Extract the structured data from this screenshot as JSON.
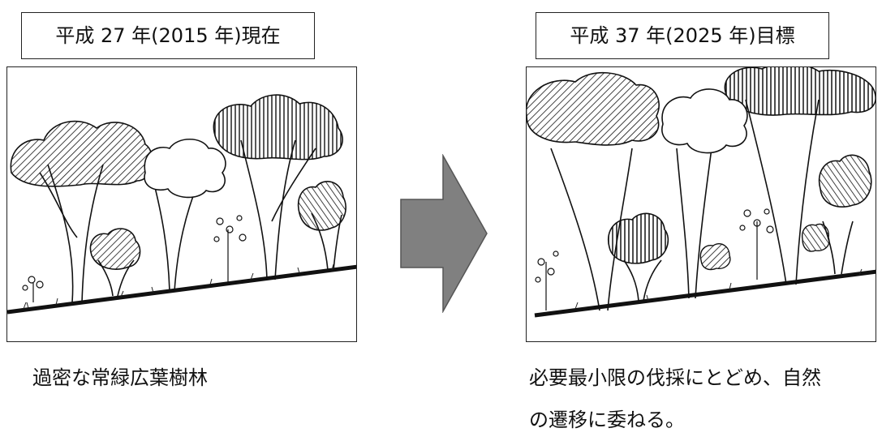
{
  "panels": {
    "current": {
      "title": "平成 27 年(2015 年)現在",
      "caption": "過密な常緑広葉樹林",
      "illustration": "dense-evergreen-broadleaf-forest"
    },
    "target": {
      "title": "平成 37 年(2025 年)目標",
      "caption_lines": [
        "必要最小限の伐採にとどめ、自然",
        "の遷移に委ねる。"
      ],
      "illustration": "naturally-succeeded-forest"
    }
  },
  "arrow": {
    "direction": "right",
    "color": "#808080",
    "icon": "arrow-right-icon"
  }
}
